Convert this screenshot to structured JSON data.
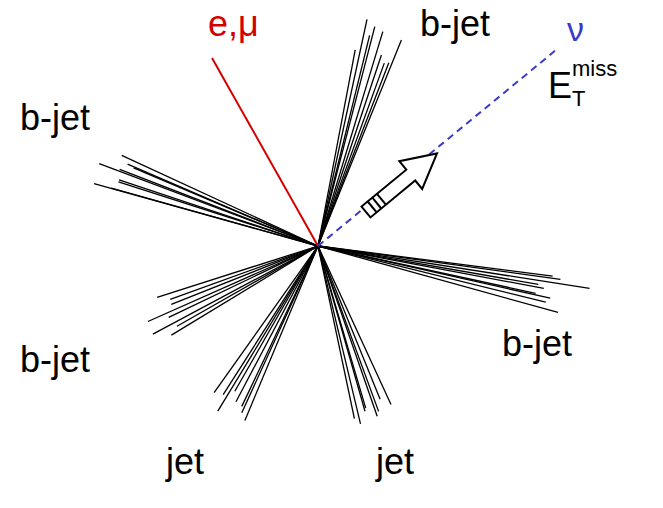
{
  "diagram": {
    "labels": [
      "e,μ",
      "b-jet",
      "ν",
      "E",
      "T",
      "miss",
      "b-jet",
      "b-jet",
      "b-jet",
      "jet",
      "jet"
    ]
  }
}
